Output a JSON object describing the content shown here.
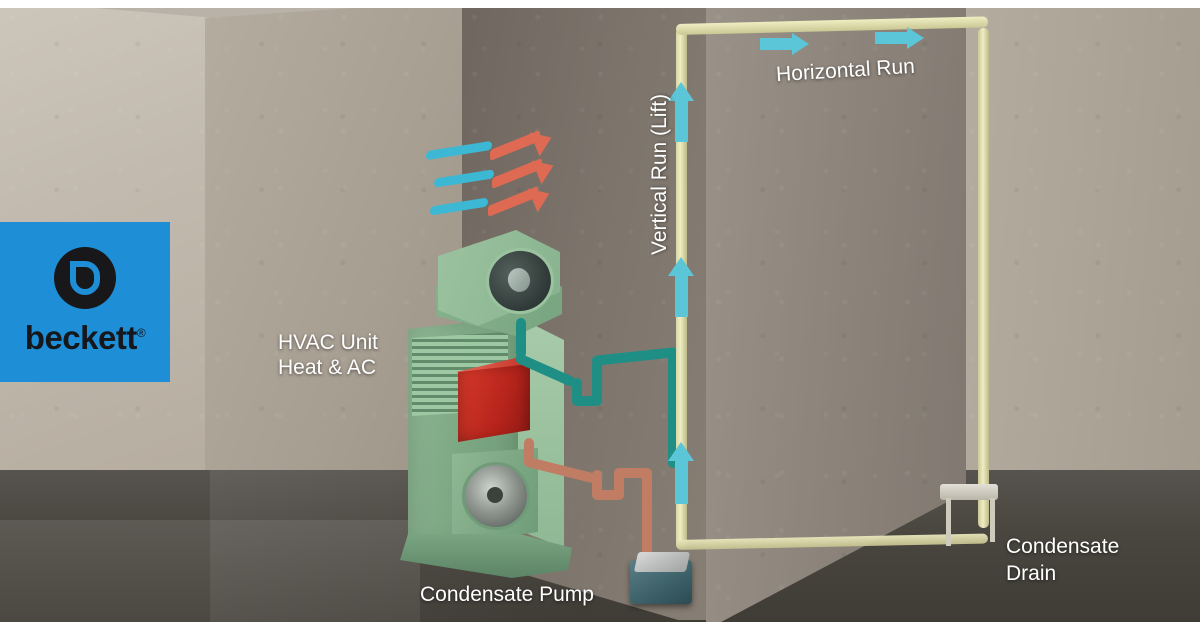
{
  "image": {
    "title": "HVAC condensate pump installation diagram",
    "background_color": "#b9b2a8"
  },
  "logo": {
    "name": "beckett",
    "wordmark": "beckett",
    "registered_mark": "®",
    "background_color": "#1e8ed6",
    "mark_color": "#18181a"
  },
  "labels": {
    "hvac_unit": "HVAC Unit\nHeat & AC",
    "condensate_pump": "Condensate Pump",
    "vertical_run": "Vertical Run (Lift)",
    "horizontal_run": "Horizontal Run",
    "condensate_drain": "Condensate\nDrain"
  },
  "colors": {
    "flow_arrow": "#5bc6d8",
    "cool_air": "#3cb8d4",
    "warm_air": "#de6a53",
    "tubing": "#e4e1b4",
    "unit_green": "#8fb894",
    "heat_exchanger_red": "#c0291f",
    "pipe_teal": "#1f8f86",
    "pipe_copper": "#c07d63",
    "label_text": "#ffffff"
  },
  "flow": {
    "vertical_arrow_count": 3,
    "horizontal_arrow_count": 2,
    "cool_air_wave_count": 3,
    "warm_air_arrow_count": 3
  }
}
